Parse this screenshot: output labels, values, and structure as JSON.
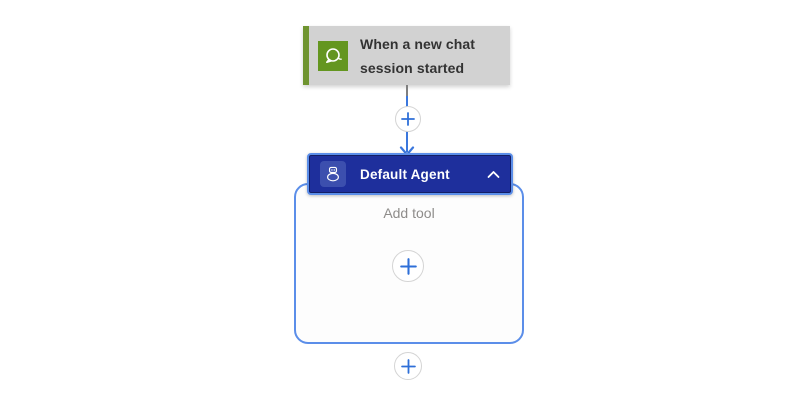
{
  "colors": {
    "trigger-green": "#6f9430",
    "icon-green": "#649620",
    "trigger-bg": "#d2d2d2",
    "trigger-text": "#333333",
    "navy": "#1e2f9c",
    "navy-tile": "#3c4fae",
    "selection": "#5b8ee9",
    "connector": "#3b77dd",
    "plus-blue": "#2e6fd8",
    "circle-border": "#d4d4d4",
    "muted": "#8e8c8a",
    "stub-gray": "#7f7f7f"
  },
  "trigger": {
    "title": "When a new chat session started",
    "icon": "chat-bubble-icon"
  },
  "agent": {
    "title": "Default Agent",
    "icon": "robot-icon",
    "collapse_icon": "chevron-up-icon",
    "add_tool_label": "Add tool"
  },
  "connector": {
    "insert_icon": "plus-icon"
  }
}
